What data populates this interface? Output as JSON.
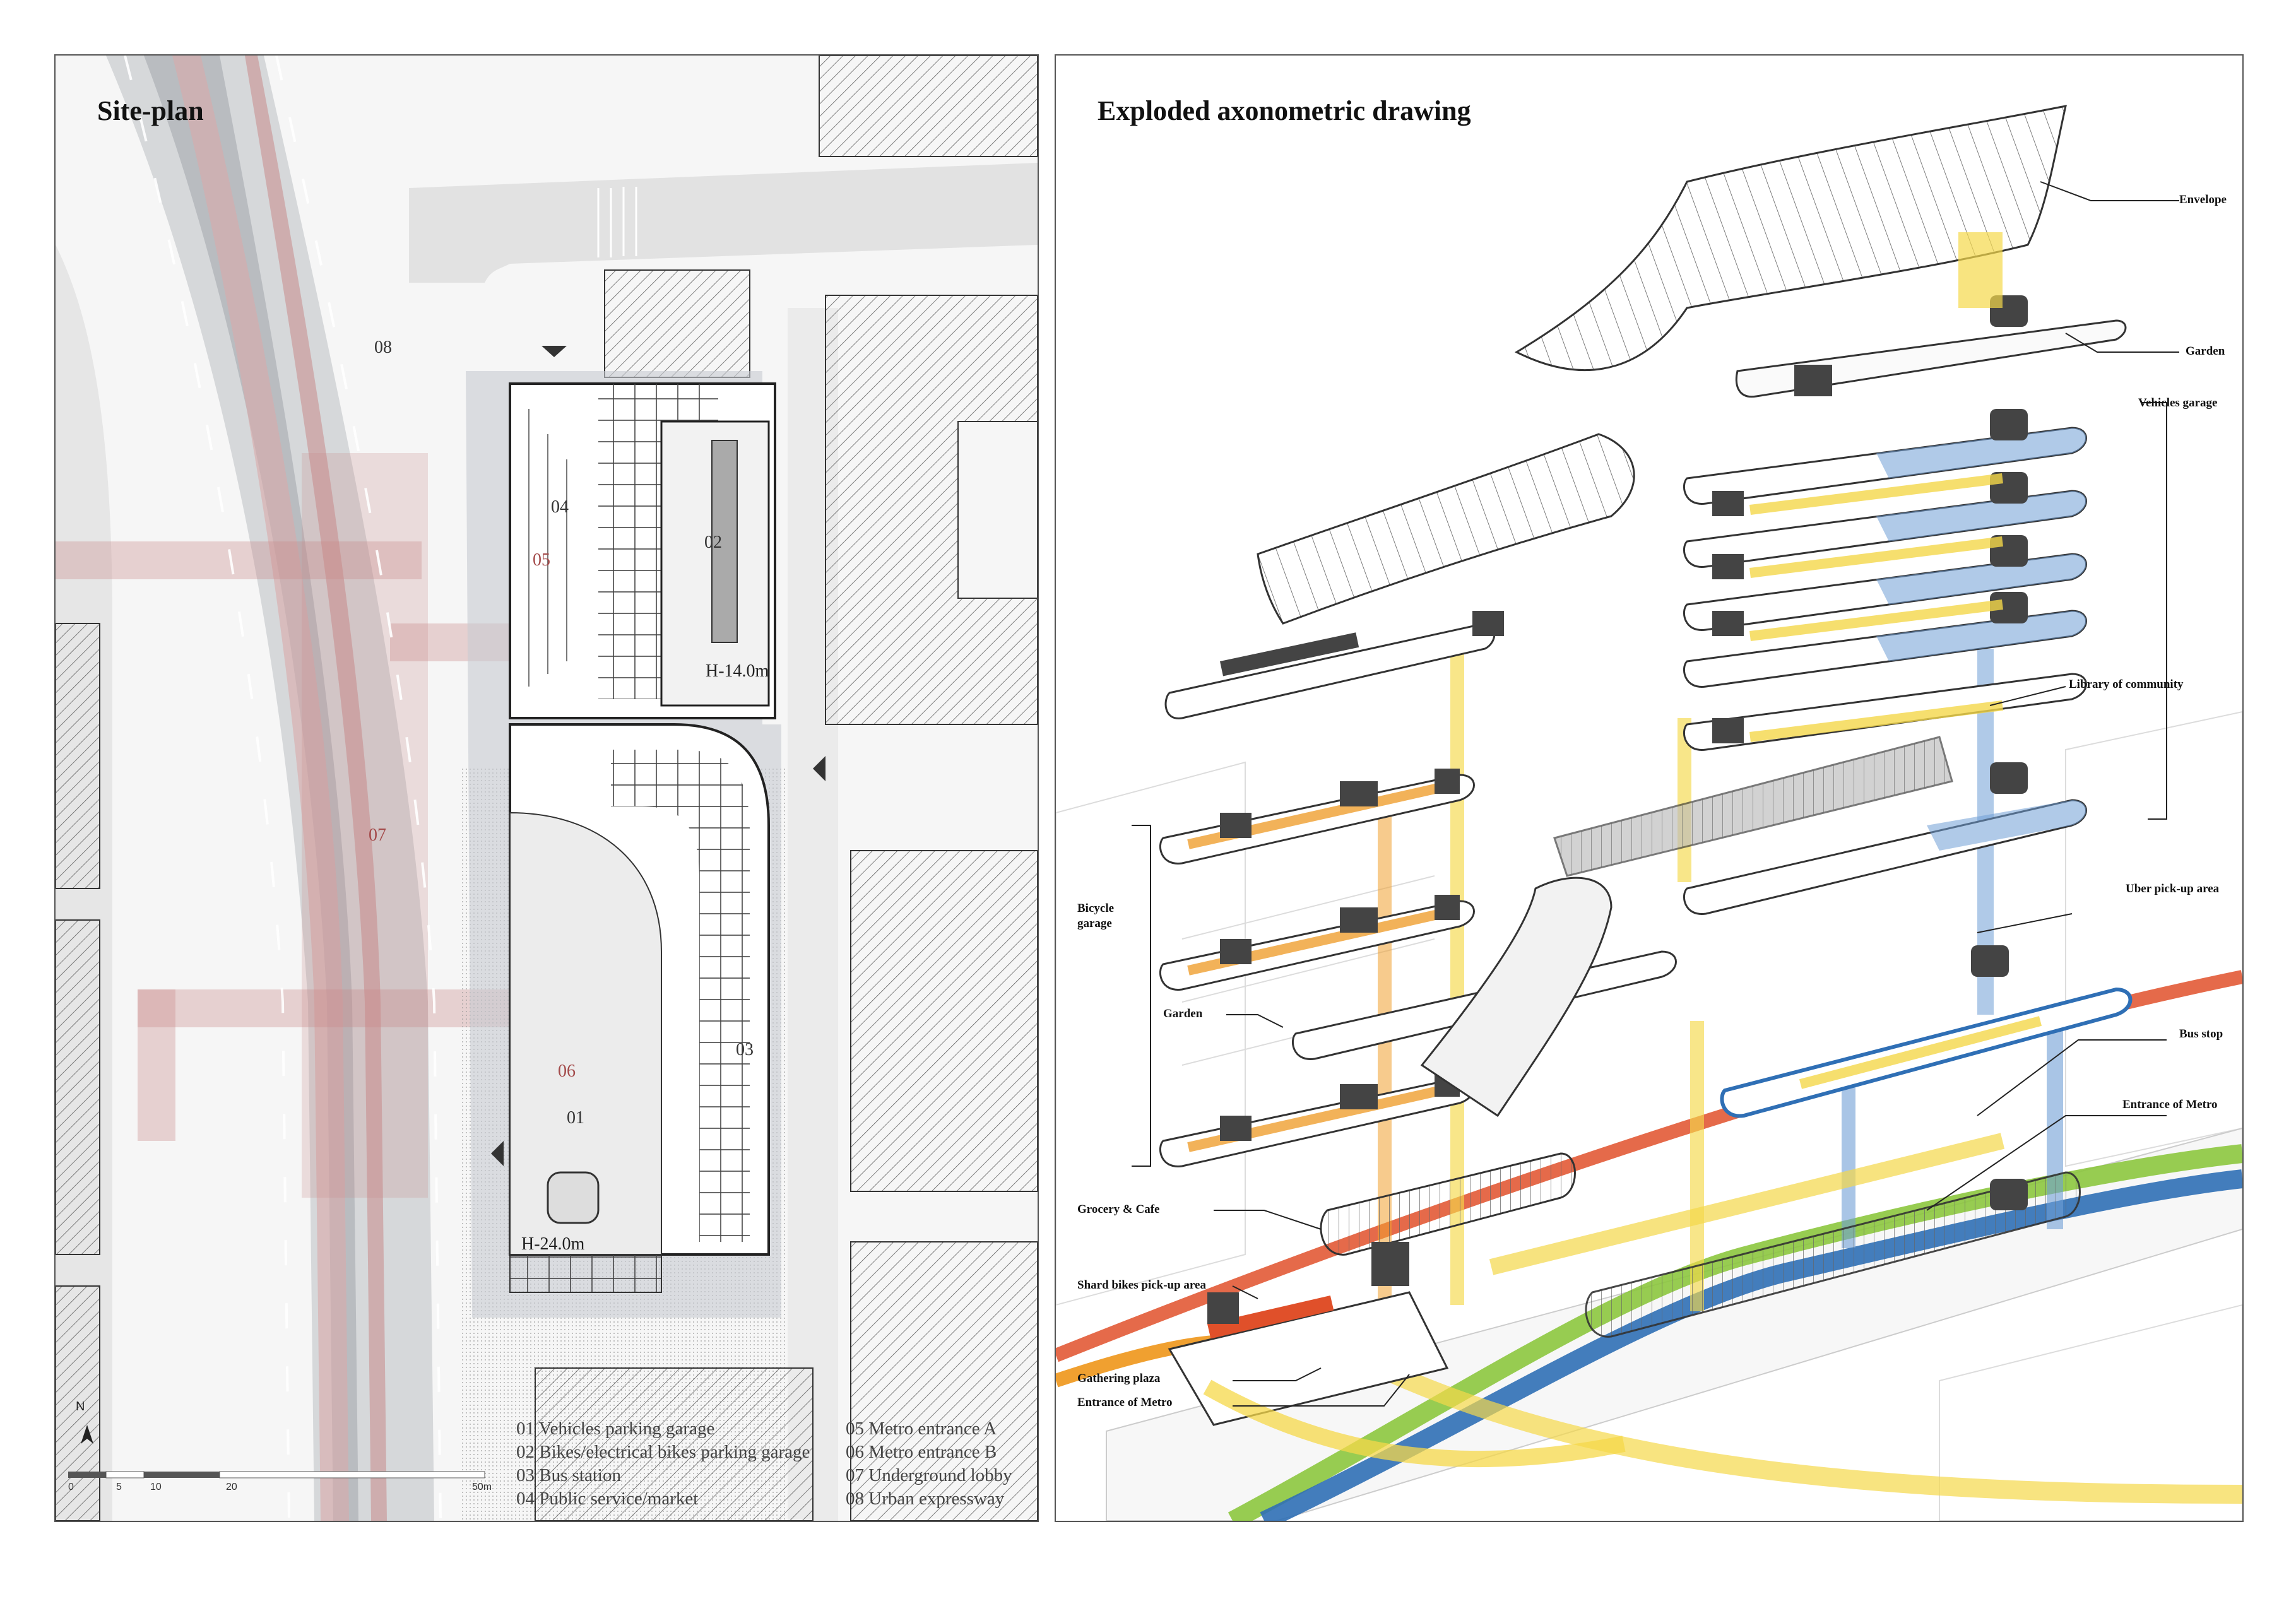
{
  "site_plan": {
    "title": "Site-plan",
    "zones": [
      {
        "id": "01",
        "label": "01"
      },
      {
        "id": "02",
        "label": "02"
      },
      {
        "id": "03",
        "label": "03"
      },
      {
        "id": "04",
        "label": "04"
      },
      {
        "id": "05",
        "label": "05"
      },
      {
        "id": "06",
        "label": "06"
      },
      {
        "id": "07",
        "label": "07"
      },
      {
        "id": "08",
        "label": "08"
      }
    ],
    "heights": [
      "H-14.0m",
      "H-24.0m"
    ],
    "north": "N",
    "scale_ticks": [
      "0",
      "5",
      "10",
      "20",
      "50m"
    ],
    "legend": [
      "01 Vehicles parking garage",
      "02 Bikes/electrical bikes parking garage",
      "03 Bus station",
      "04 Public service/market",
      "05 Metro entrance A",
      "06 Metro entrance B",
      "07 Underground lobby",
      "08 Urban expressway"
    ],
    "colors": {
      "lobby_red": "#c98a8a",
      "road_grey": "#b9bcc0",
      "outline": "#222222"
    }
  },
  "axonometric": {
    "title": "Exploded axonometric drawing",
    "labels": {
      "envelope": "Envelope",
      "garden_top": "Garden",
      "vehicles_garage": "Vehicles garage",
      "library": "Library of community",
      "uber": "Uber pick-up area",
      "bus_stop": "Bus stop",
      "metro_entrance_right": "Entrance of Metro",
      "bicycle_garage": "Bicycle garage",
      "garden_left": "Garden",
      "grocery": "Grocery & Cafe",
      "shared_bikes": "Shard bikes pick-up area",
      "gathering": "Gathering plaza",
      "metro_entrance_left": "Entrance of Metro"
    },
    "colors": {
      "vehicles_blue": "#6f9fd6",
      "bike_orange": "#f0a030",
      "circulation_yellow": "#f5d84a",
      "line_red": "#e0502a",
      "line_green": "#8cc63e",
      "line_blue": "#2f6fb5"
    }
  }
}
